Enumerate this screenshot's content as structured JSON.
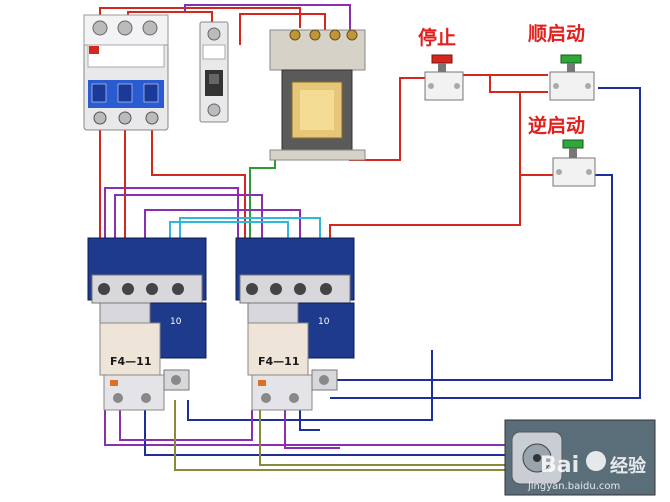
{
  "labels": {
    "stop": "停止",
    "forward_start": "顺启动",
    "reverse_start": "逆启动"
  },
  "contactors": [
    {
      "model": "F4—11",
      "number": "10"
    },
    {
      "model": "F4—11",
      "number": "10"
    }
  ],
  "watermark": {
    "brand": "Bai",
    "brand_cn": "经验",
    "url": "jingyan.baidu.com"
  },
  "colors": {
    "label_red": "#e0201c",
    "wire_red": "#d4281e",
    "wire_purple": "#8a2fb0",
    "wire_blue": "#1f2f9a",
    "wire_green": "#2f9a3a",
    "wire_cyan": "#30b8d8",
    "wire_olive": "#8a8a3a",
    "contactor_blue": "#1e3a8c"
  }
}
